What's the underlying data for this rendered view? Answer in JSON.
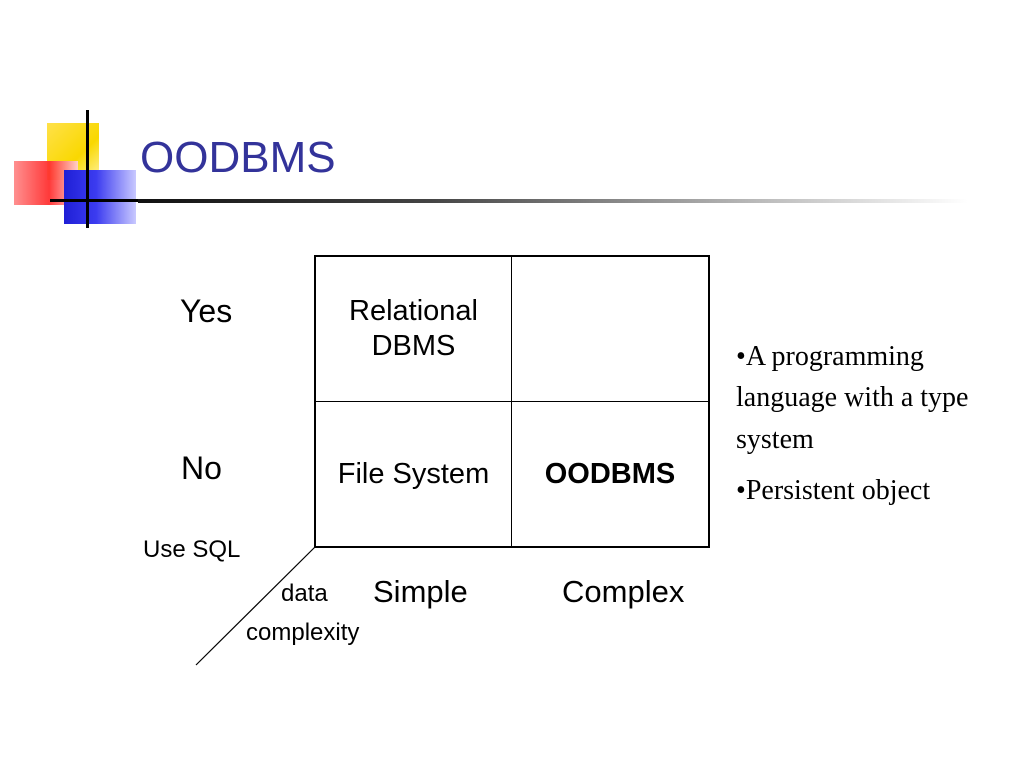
{
  "slide": {
    "title": "OODBMS",
    "title_color": "#33339a"
  },
  "axes": {
    "y_yes": "Yes",
    "y_no": "No",
    "y_axis_label": "Use SQL",
    "x_simple": "Simple",
    "x_complex": "Complex",
    "x_axis_label_line1": "data",
    "x_axis_label_line2": "complexity"
  },
  "matrix": {
    "top_left_line1": "Relational",
    "top_left_line2": "DBMS",
    "top_right": "",
    "bottom_left": "File System",
    "bottom_right": "OODBMS"
  },
  "bullets": [
    "A programming language with a type system",
    "Persistent object"
  ],
  "logo": {
    "colors": [
      "#f9d800",
      "#ff2f2f",
      "#2a2ae6"
    ]
  }
}
